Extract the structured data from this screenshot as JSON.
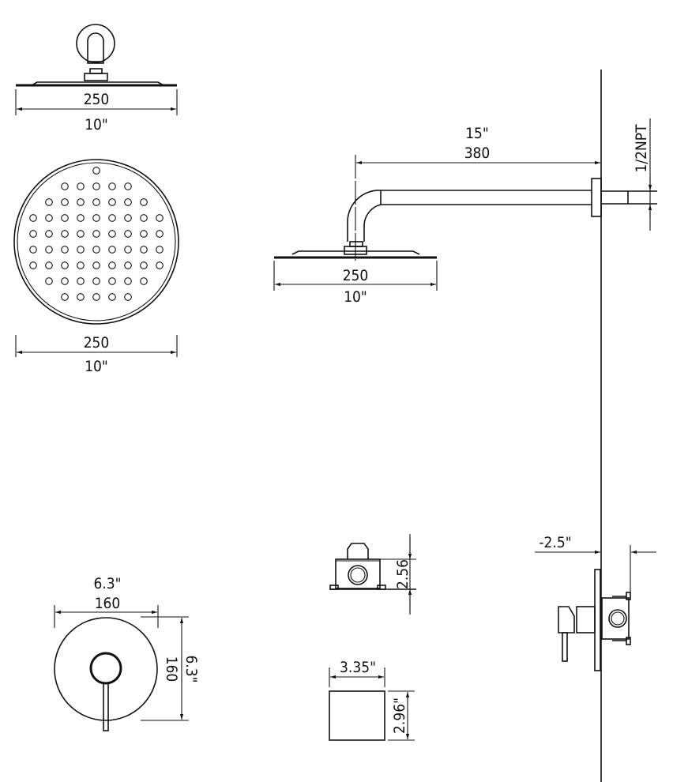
{
  "colors": {
    "line": "#111111",
    "background": "#ffffff"
  },
  "shower_head_top_view": {
    "dim_mm": "250",
    "dim_in": "10\""
  },
  "shower_head_plan_view": {
    "dim_mm": "250",
    "dim_in": "10\""
  },
  "shower_arm_side_view": {
    "arm_length_in": "15\"",
    "arm_length_mm": "380",
    "head_dim_mm": "250",
    "head_dim_in": "10\"",
    "thread": "1/2NPT"
  },
  "valve_box_side": {
    "height": "2.56"
  },
  "valve_box_front": {
    "width": "3.35\"",
    "height": "2.96\""
  },
  "valve_installed": {
    "depth": "-2.5\""
  },
  "trim_plate": {
    "width_in": "6.3\"",
    "width_mm": "160",
    "height_mm": "160",
    "height_in": "6.3\""
  }
}
